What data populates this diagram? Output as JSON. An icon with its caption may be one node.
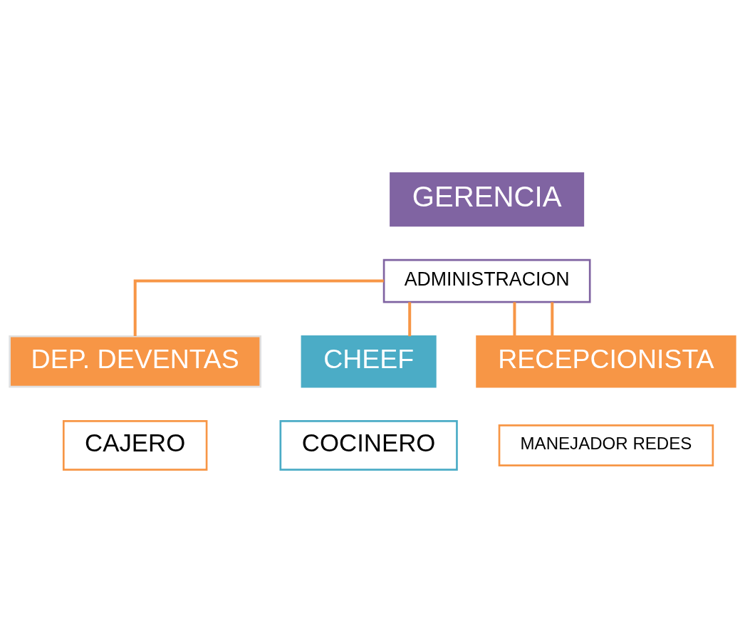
{
  "diagram": {
    "nodes": [
      {
        "text": [
          "GERENCIA"
        ]
      },
      {
        "text": [
          "ADMINISTRACION"
        ]
      },
      {
        "text": [
          "DEP. DEVENTAS"
        ]
      },
      {
        "text": [
          "CAJERO"
        ]
      },
      {
        "text": [
          "CHEEF"
        ]
      },
      {
        "text": [
          "COCINERO"
        ]
      },
      {
        "text": [
          "RECEPCIONISTA"
        ]
      },
      {
        "text": [
          "MANEJADOR REDES"
        ]
      }
    ],
    "edges": [
      {
        "from": 1,
        "to": 2,
        "arrow": "none"
      },
      {
        "from": 1,
        "to": 4,
        "arrow": "none"
      },
      {
        "from": 1,
        "to": 6,
        "arrow": "none"
      },
      {
        "from": 1,
        "to": 6,
        "arrow": "none"
      }
    ]
  }
}
